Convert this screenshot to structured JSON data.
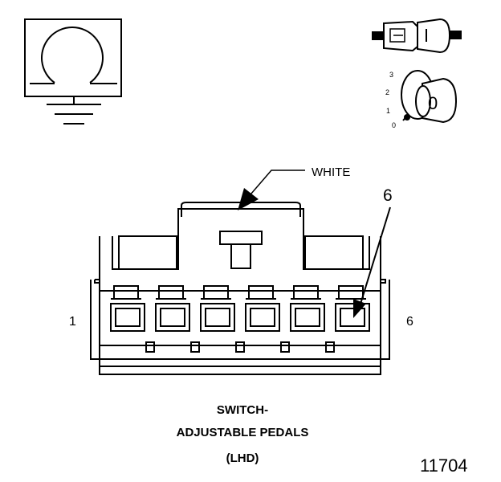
{
  "connector": {
    "wire_color": "WHITE",
    "callout_number": "6",
    "pin_start": "1",
    "pin_end": "6",
    "cavity_count": 6
  },
  "caption": {
    "line1": "SWITCH-",
    "line2": "ADJUSTABLE PEDALS",
    "line3": "(LHD)"
  },
  "figure_number": "11704",
  "ignition_key": {
    "positions": [
      "3",
      "2",
      "1",
      "0"
    ],
    "key_label": "0"
  },
  "icons": [
    "ohmmeter-ground-icon",
    "connector-plug-icon",
    "ignition-key-icon"
  ]
}
